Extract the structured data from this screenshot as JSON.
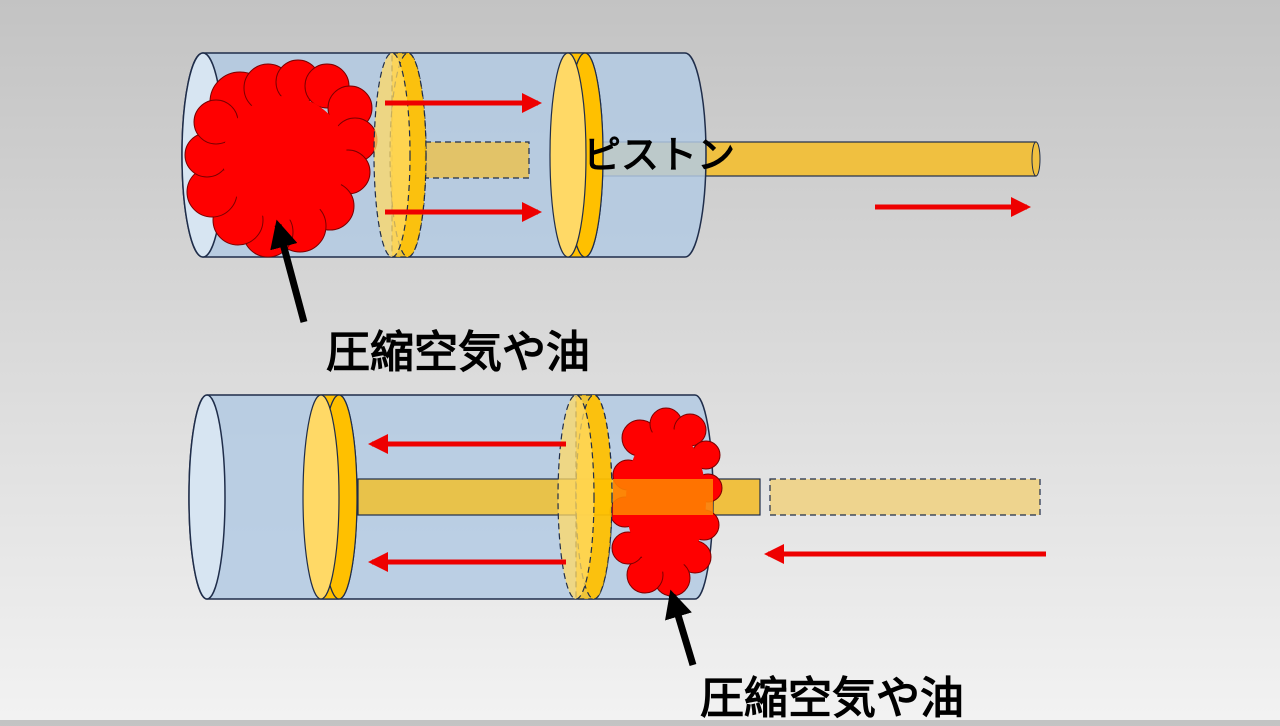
{
  "labels": {
    "piston": "ピストン",
    "fluid_top": "圧縮空気や油",
    "fluid_bottom": "圧縮空気や油"
  },
  "colors": {
    "cylinder_fill": "#b3cae3",
    "cylinder_end": "#d7e5f2",
    "piston_face": "#ffd966",
    "piston_ring": "#ffc000",
    "rod": "#f0c040",
    "fluid": "#ff0000",
    "arrow": "#ee0000",
    "outline": "#1f2d4a"
  },
  "icons": {
    "motion_arrow": "red-arrow",
    "pointer_arrow": "black-arrow",
    "compressed_fluid": "red-cloud"
  }
}
